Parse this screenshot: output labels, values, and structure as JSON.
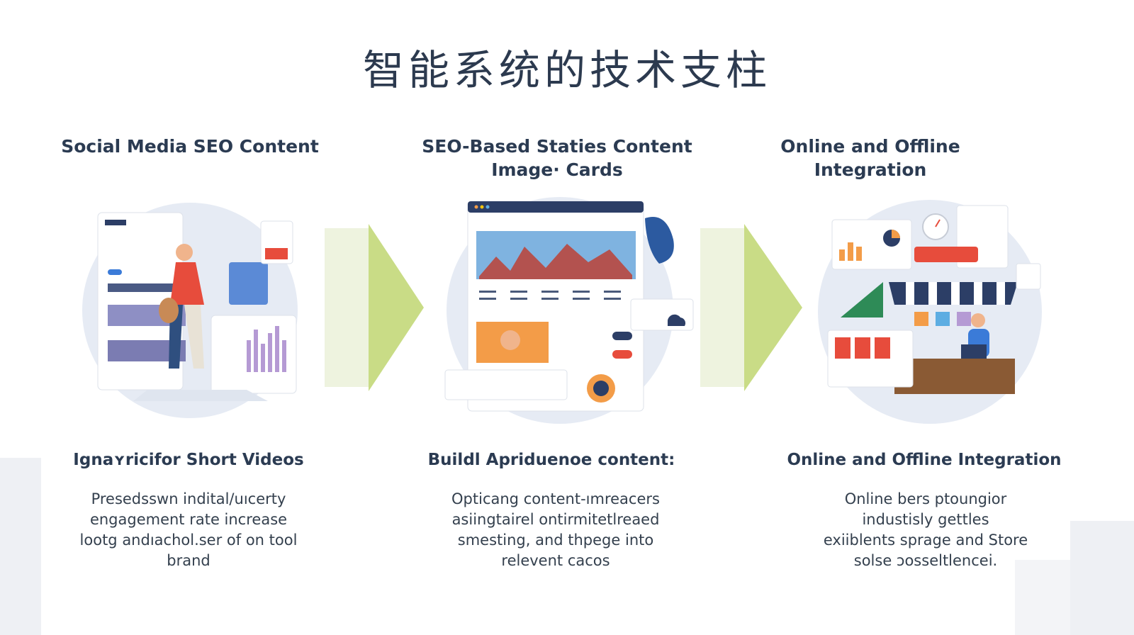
{
  "title": "智能系统的技术支柱",
  "columns": [
    {
      "title": "Social Media SEO Content",
      "subtitle": "Ignaʏricifor Short Videos",
      "description": [
        "Presedsswn indital/uıcerty",
        "engagement rate increase",
        "lootg andıachol.ser of on tool",
        "brand"
      ],
      "illustration": "social-media-illustration"
    },
    {
      "title": "SEO-Based Staties Content Image· Cards",
      "subtitle": "Buildl Apriduenoe content:",
      "description": [
        "Opticang content-ımreacers",
        "asiingtairel ontirmitetlreaed",
        "smesting, and thpege into",
        "relevent cacos"
      ],
      "illustration": "web-cards-illustration"
    },
    {
      "title": "Online and Offline Integration",
      "subtitle": "Online and Offline Integration",
      "description": [
        "Online bers ptoungior",
        "industisly gettles",
        "exiiblents sprage and Store",
        "solse ɔosseltlencei."
      ],
      "illustration": "store-integration-illustration"
    }
  ],
  "colors": {
    "title": "#2c3a4f",
    "text": "#2b3b52",
    "arrow": "#c9dc86",
    "circle": "#e6ebf4",
    "accent_red": "#e74c3c",
    "accent_orange": "#f39c48",
    "accent_navy": "#2c3e66",
    "accent_purple": "#b59ad4"
  },
  "icons": [
    "arrow-right-icon",
    "pie-chart-icon",
    "clock-icon",
    "storefront-icon",
    "person-icon",
    "laptop-icon"
  ]
}
